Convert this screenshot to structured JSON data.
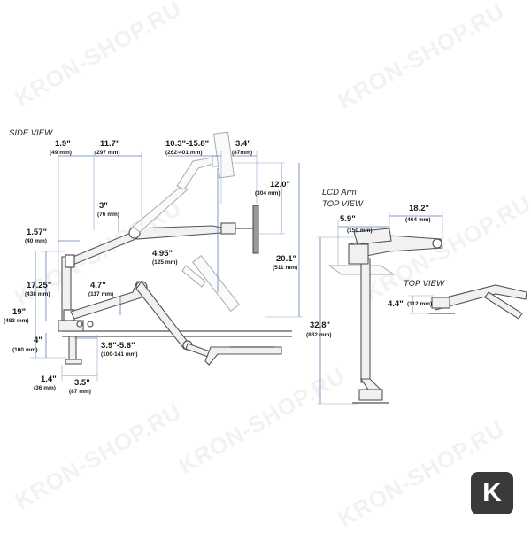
{
  "watermark": "KRON-SHOP.RU",
  "badge": {
    "letter": "K"
  },
  "colors": {
    "dimension_line": "#5b7fb8",
    "outline": "#555555",
    "watermark": "#e8e8e8"
  },
  "side_view": {
    "title": "SIDE VIEW",
    "dims": [
      {
        "main": "1.9\"",
        "sub": "(49 mm)"
      },
      {
        "main": "11.7\"",
        "sub": "(297 mm)"
      },
      {
        "main": "10.3\"-15.8\"",
        "sub": "(262-401 mm)"
      },
      {
        "main": "3.4\"",
        "sub": "(87mm)"
      },
      {
        "main": "12.0\"",
        "sub": "(304 mm)"
      },
      {
        "main": "3\"",
        "sub": "(76 mm)"
      },
      {
        "main": "1.57\"",
        "sub": "(40 mm)"
      },
      {
        "main": "4.95\"",
        "sub": "(125 mm)"
      },
      {
        "main": "20.1\"",
        "sub": "(511 mm)"
      },
      {
        "main": "17.25\"",
        "sub": "(438 mm)"
      },
      {
        "main": "4.7\"",
        "sub": "(117 mm)"
      },
      {
        "main": "19\"",
        "sub": "(483 mm)"
      },
      {
        "main": "4\"",
        "sub": "(100 mm)"
      },
      {
        "main": "3.9\"-5.6\"",
        "sub": "(100-141 mm)"
      },
      {
        "main": "1.4\"",
        "sub": "(36 mm)"
      },
      {
        "main": "3.5\"",
        "sub": "(87 mm)"
      }
    ]
  },
  "lcd_arm": {
    "title_line1": "LCD Arm",
    "title_line2": "TOP VIEW",
    "dims": [
      {
        "main": "5.9\"",
        "sub": "(150 mm)"
      },
      {
        "main": "18.2\"",
        "sub": "(464 mm)"
      },
      {
        "main": "32.8\"",
        "sub": "(832 mm)"
      }
    ]
  },
  "top_view": {
    "title": "TOP VIEW",
    "dims": [
      {
        "main": "4.4\"",
        "sub": "(112 mm)"
      }
    ]
  }
}
